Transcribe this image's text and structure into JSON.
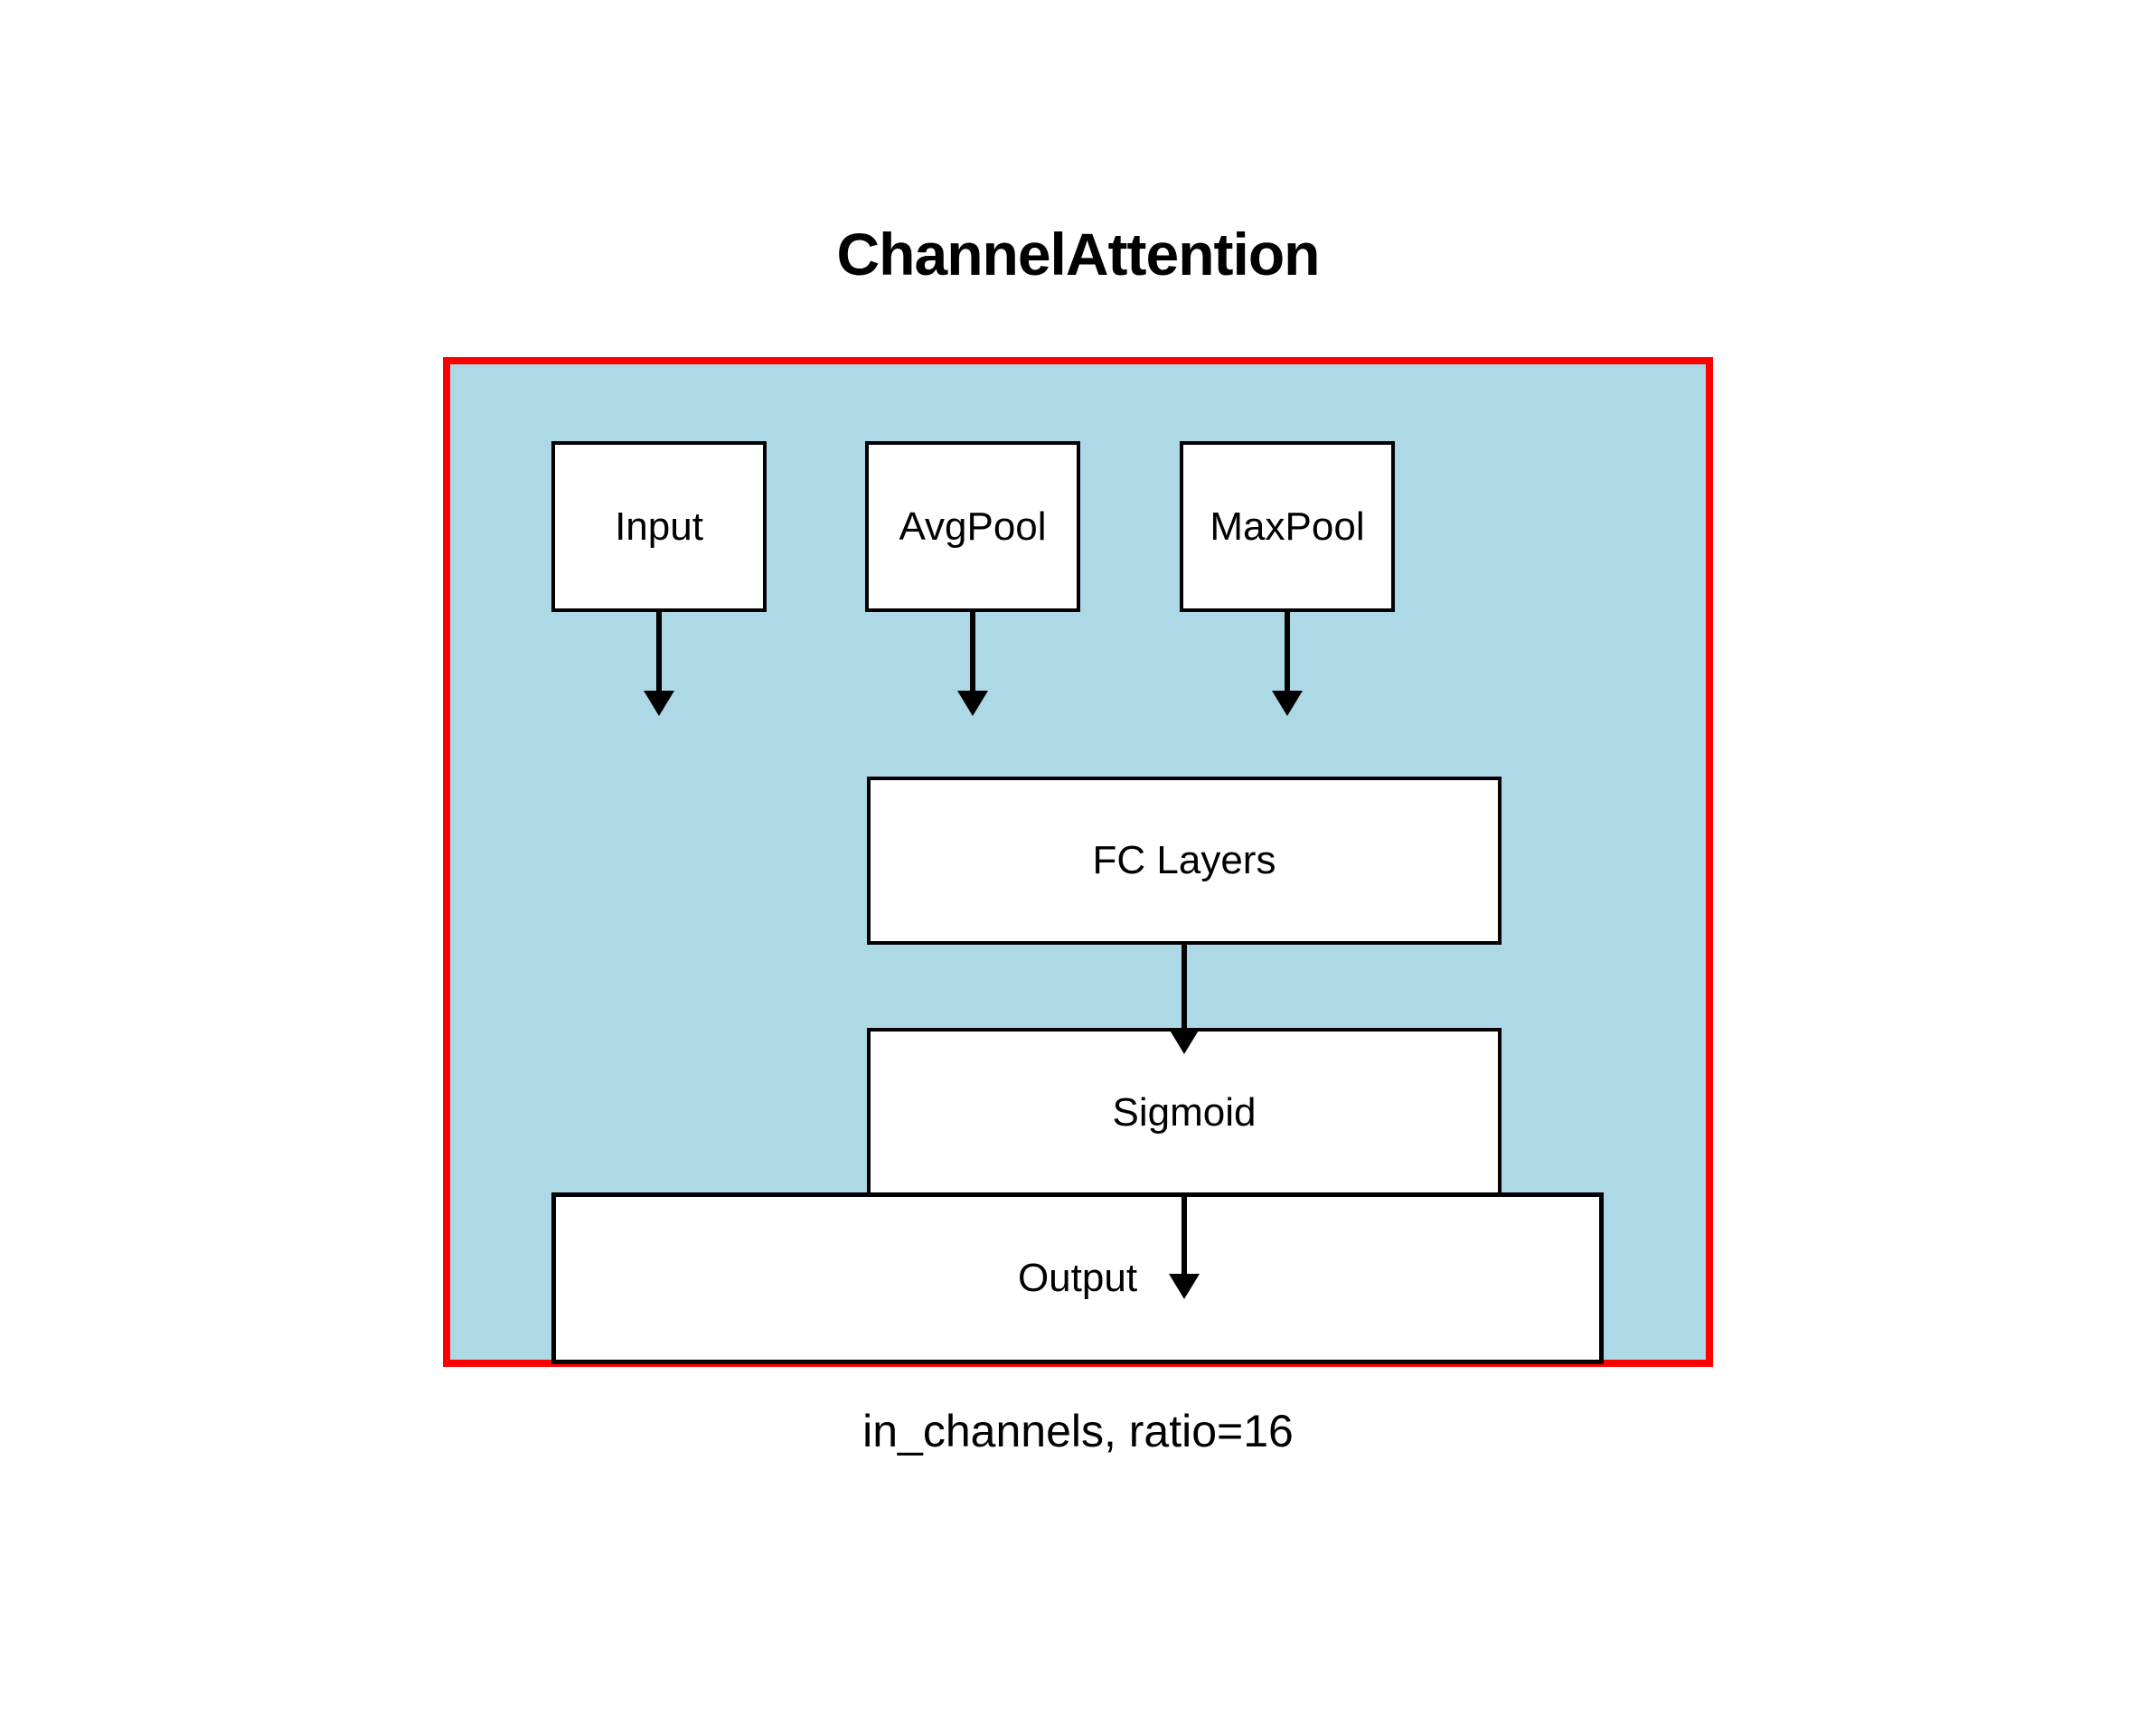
{
  "title": "ChannelAttention",
  "caption": "in_channels, ratio=16",
  "nodes": {
    "input": {
      "label": "Input"
    },
    "avgpool": {
      "label": "AvgPool"
    },
    "maxpool": {
      "label": "MaxPool"
    },
    "fc_layers": {
      "label": "FC Layers"
    },
    "sigmoid": {
      "label": "Sigmoid"
    },
    "output": {
      "label": "Output"
    }
  },
  "connections": [
    {
      "from": "Input",
      "to": "",
      "direction": "down"
    },
    {
      "from": "AvgPool",
      "to": "",
      "direction": "down"
    },
    {
      "from": "MaxPool",
      "to": "",
      "direction": "down"
    },
    {
      "from": "FC Layers",
      "to": "Sigmoid",
      "direction": "down"
    },
    {
      "from": "Sigmoid",
      "to": "Output",
      "direction": "down"
    }
  ],
  "colors": {
    "container_border": "#ff0000",
    "container_fill": "#add8e6",
    "node_fill": "#ffffff",
    "node_border": "#000000",
    "arrow": "#000000",
    "text": "#000000",
    "background": "#ffffff"
  }
}
